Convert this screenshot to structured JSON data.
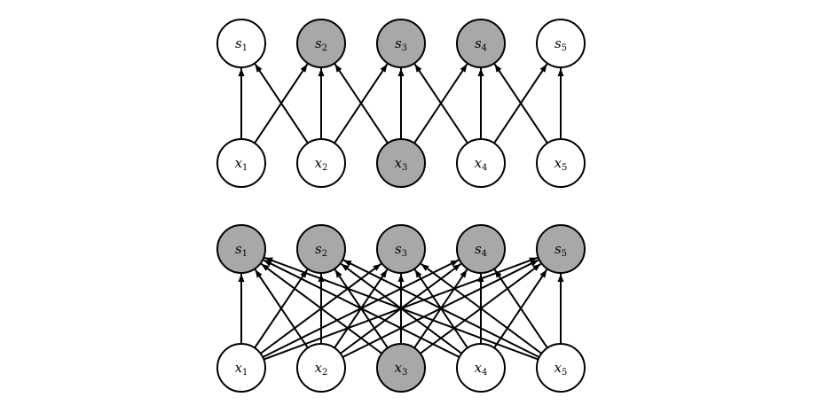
{
  "colors": {
    "shaded": "#a8a8a8",
    "unshaded": "#ffffff",
    "stroke": "#000000"
  },
  "panels": [
    {
      "id": "sparse",
      "outputs": [
        {
          "letter": "s",
          "index": "1",
          "shaded": false
        },
        {
          "letter": "s",
          "index": "2",
          "shaded": true
        },
        {
          "letter": "s",
          "index": "3",
          "shaded": true
        },
        {
          "letter": "s",
          "index": "4",
          "shaded": true
        },
        {
          "letter": "s",
          "index": "5",
          "shaded": false
        }
      ],
      "inputs": [
        {
          "letter": "x",
          "index": "1",
          "shaded": false
        },
        {
          "letter": "x",
          "index": "2",
          "shaded": false
        },
        {
          "letter": "x",
          "index": "3",
          "shaded": true
        },
        {
          "letter": "x",
          "index": "4",
          "shaded": false
        },
        {
          "letter": "x",
          "index": "5",
          "shaded": false
        }
      ],
      "edges": [
        [
          1,
          1
        ],
        [
          1,
          2
        ],
        [
          2,
          1
        ],
        [
          2,
          2
        ],
        [
          2,
          3
        ],
        [
          3,
          2
        ],
        [
          3,
          3
        ],
        [
          3,
          4
        ],
        [
          4,
          3
        ],
        [
          4,
          4
        ],
        [
          4,
          5
        ],
        [
          5,
          4
        ],
        [
          5,
          5
        ]
      ]
    },
    {
      "id": "dense",
      "outputs": [
        {
          "letter": "s",
          "index": "1",
          "shaded": true
        },
        {
          "letter": "s",
          "index": "2",
          "shaded": true
        },
        {
          "letter": "s",
          "index": "3",
          "shaded": true
        },
        {
          "letter": "s",
          "index": "4",
          "shaded": true
        },
        {
          "letter": "s",
          "index": "5",
          "shaded": true
        }
      ],
      "inputs": [
        {
          "letter": "x",
          "index": "1",
          "shaded": false
        },
        {
          "letter": "x",
          "index": "2",
          "shaded": false
        },
        {
          "letter": "x",
          "index": "3",
          "shaded": true
        },
        {
          "letter": "x",
          "index": "4",
          "shaded": false
        },
        {
          "letter": "x",
          "index": "5",
          "shaded": false
        }
      ],
      "edges": [
        [
          1,
          1
        ],
        [
          1,
          2
        ],
        [
          1,
          3
        ],
        [
          1,
          4
        ],
        [
          1,
          5
        ],
        [
          2,
          1
        ],
        [
          2,
          2
        ],
        [
          2,
          3
        ],
        [
          2,
          4
        ],
        [
          2,
          5
        ],
        [
          3,
          1
        ],
        [
          3,
          2
        ],
        [
          3,
          3
        ],
        [
          3,
          4
        ],
        [
          3,
          5
        ],
        [
          4,
          1
        ],
        [
          4,
          2
        ],
        [
          4,
          3
        ],
        [
          4,
          4
        ],
        [
          4,
          5
        ],
        [
          5,
          1
        ],
        [
          5,
          2
        ],
        [
          5,
          3
        ],
        [
          5,
          4
        ],
        [
          5,
          5
        ]
      ]
    }
  ]
}
